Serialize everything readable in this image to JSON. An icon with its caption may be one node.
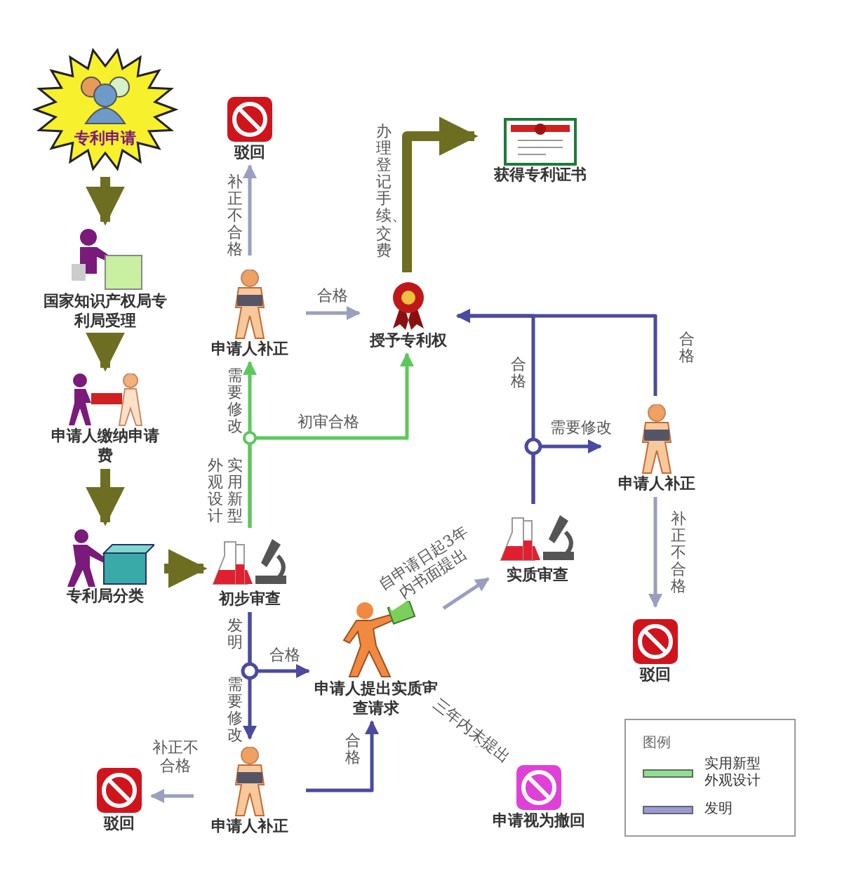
{
  "diagram": {
    "nodes": [
      {
        "text": [
          "专利申请"
        ]
      },
      {
        "text": [
          "国家知识产权局专利局受理"
        ]
      },
      {
        "text": [
          "申请人缴纳申请费"
        ]
      },
      {
        "text": [
          "专利局分类"
        ]
      },
      {
        "text": [
          "初步审查"
        ]
      },
      {
        "text": [
          "驳回"
        ]
      },
      {
        "text": [
          "申请人补正"
        ]
      },
      {
        "text": [
          "授予专利权"
        ]
      },
      {
        "text": [
          "获得专利证书"
        ]
      },
      {
        "text": [
          "申请人提出实质审查请求"
        ]
      },
      {
        "text": [
          "实质审查"
        ]
      },
      {
        "text": [
          "申请人补正"
        ]
      },
      {
        "text": [
          "驳回"
        ]
      },
      {
        "text": [
          "申请人补正"
        ]
      },
      {
        "text": [
          "驳回"
        ]
      },
      {
        "text": [
          "申请视为撤回"
        ]
      }
    ],
    "edges": [
      {
        "from": 0,
        "to": 1,
        "arrow": "to",
        "style": "thick",
        "color": "#6e6e22"
      },
      {
        "from": 1,
        "to": 2,
        "arrow": "to",
        "style": "thick",
        "color": "#6e6e22"
      },
      {
        "from": 2,
        "to": 3,
        "arrow": "to",
        "style": "thick",
        "color": "#6e6e22"
      },
      {
        "from": 3,
        "to": 4,
        "arrow": "to",
        "style": "thick",
        "color": "#6e6e22"
      },
      {
        "from": 4,
        "to": 6,
        "arrow": "to",
        "label": "需要修改",
        "color": "#5cc85c"
      },
      {
        "from": 4,
        "to": 7,
        "arrow": "to",
        "label": "初审合格",
        "color": "#5cc85c"
      },
      {
        "from": 6,
        "to": 5,
        "arrow": "to",
        "label": "补正不合格"
      },
      {
        "from": 6,
        "to": 7,
        "arrow": "to",
        "label": "合格"
      },
      {
        "from": 7,
        "to": 8,
        "arrow": "to",
        "label": "办理登记手续、交费",
        "style": "thick",
        "color": "#6e6e22"
      },
      {
        "from": 4,
        "to": 9,
        "arrow": "to",
        "label": "合格",
        "color": "#4a4aa0"
      },
      {
        "from": 4,
        "to": 13,
        "arrow": "to",
        "label": "需要修改",
        "color": "#4a4aa0"
      },
      {
        "from": 13,
        "to": 14,
        "arrow": "to",
        "label": "补正不合格"
      },
      {
        "from": 13,
        "to": 9,
        "arrow": "to",
        "label": "合格",
        "color": "#4a4aa0"
      },
      {
        "from": 9,
        "to": 10,
        "arrow": "to",
        "label": "自申请日起3年内书面提出"
      },
      {
        "from": 9,
        "to": 15,
        "arrow": "to",
        "label": "三年内未提出"
      },
      {
        "from": 10,
        "to": 7,
        "arrow": "to",
        "label": "合格",
        "color": "#4a4aa0"
      },
      {
        "from": 10,
        "to": 11,
        "arrow": "to",
        "label": "需要修改",
        "color": "#4a4aa0"
      },
      {
        "from": 11,
        "to": 7,
        "arrow": "to",
        "label": "合格",
        "color": "#4a4aa0"
      },
      {
        "from": 11,
        "to": 12,
        "arrow": "to",
        "label": "补正不合格"
      }
    ],
    "labels": [
      "实用新型",
      "外观设计",
      "发明",
      "图例"
    ],
    "legend": [
      {
        "text": "实用新型外观设计",
        "color": "#8fe08f"
      },
      {
        "text": "发明",
        "color": "#9a9ad8"
      }
    ]
  }
}
